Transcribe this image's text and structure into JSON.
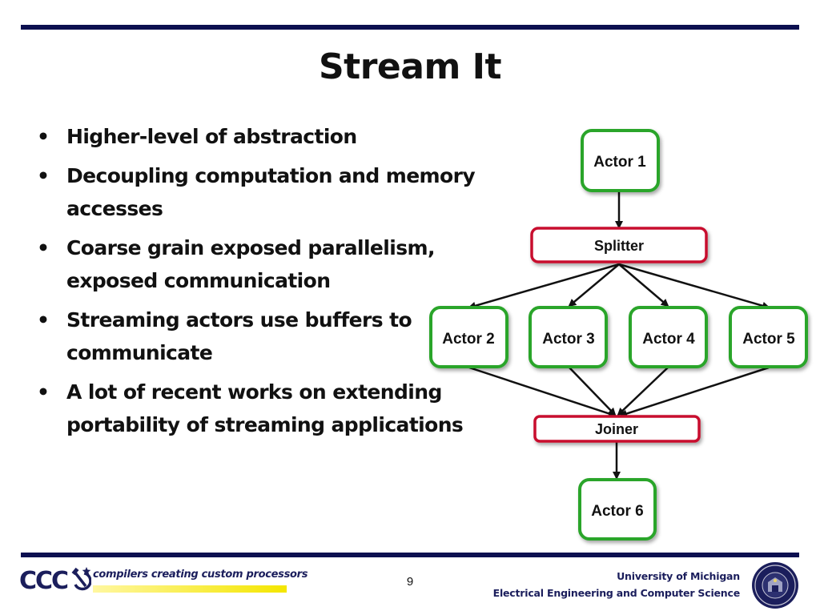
{
  "slide": {
    "title": "Stream It",
    "bullets": [
      "Higher-level of abstraction",
      "Decoupling computation and memory accesses",
      "Coarse grain exposed parallelism, exposed communication",
      "Streaming actors use buffers to communicate",
      "A lot of recent works on extending portability of streaming applications"
    ]
  },
  "diagram": {
    "nodes": {
      "actor1": "Actor 1",
      "splitter": "Splitter",
      "actor2": "Actor 2",
      "actor3": "Actor 3",
      "actor4": "Actor 4",
      "actor5": "Actor 5",
      "joiner": "Joiner",
      "actor6": "Actor 6"
    },
    "colors": {
      "actor_border": "#2aa52a",
      "bar_border": "#c8102e",
      "arrow": "#111111"
    }
  },
  "footer": {
    "logo_text": "CCC",
    "tagline": "compilers creating custom processors",
    "page_number": "9",
    "institution_line1": "University of Michigan",
    "institution_line2": "Electrical Engineering and Computer Science",
    "accent": "#0d1050"
  }
}
